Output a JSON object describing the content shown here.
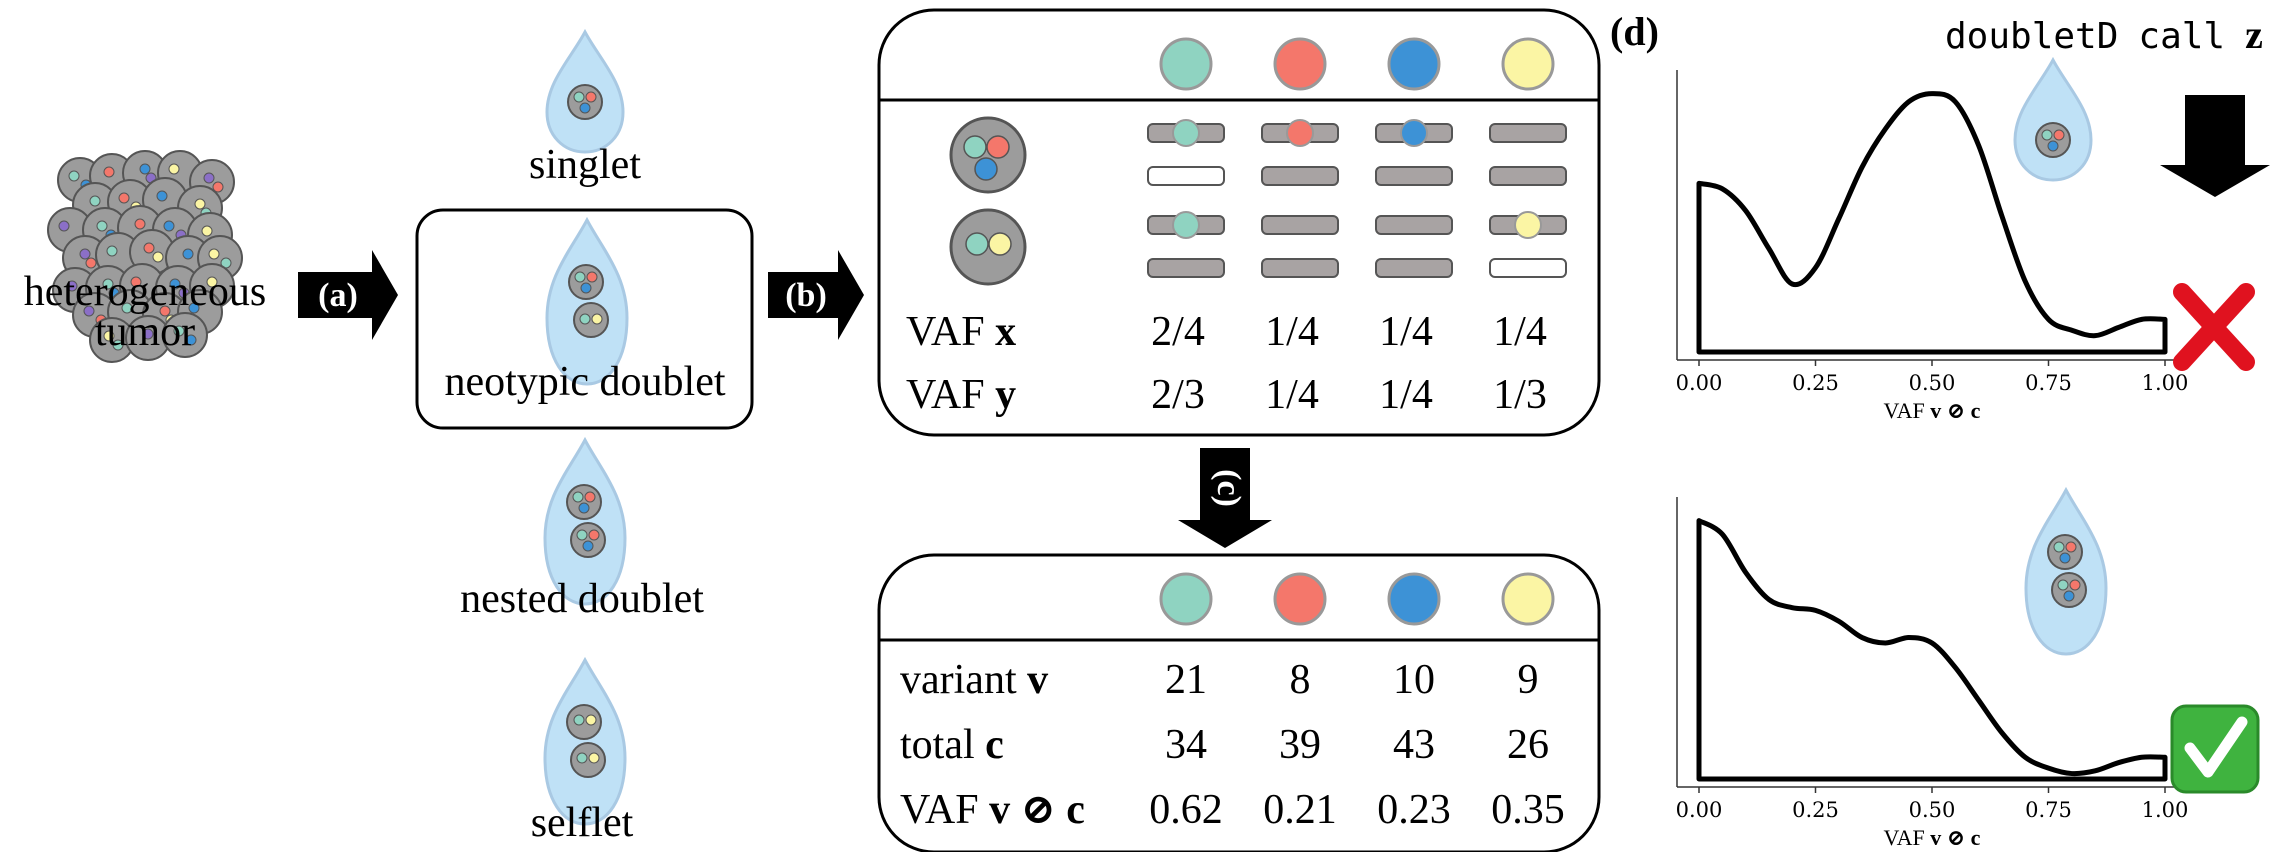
{
  "panel_a": {
    "step_label": "(a)",
    "tumor_label_1": "heterogeneous",
    "tumor_label_2": "tumor",
    "droplet_types": [
      "singlet",
      "neotypic doublet",
      "nested doublet",
      "selflet"
    ]
  },
  "panel_b": {
    "step_label": "(b)",
    "row_labels": {
      "vaf_x_prefix": "VAF",
      "vaf_x_var": "x",
      "vaf_y_prefix": "VAF",
      "vaf_y_var": "y"
    },
    "mutation_colors": [
      "#8fd3c1",
      "#f4776b",
      "#3d92d6",
      "#fbf5a4"
    ],
    "vaf_x": [
      "2/4",
      "1/4",
      "1/4",
      "1/4"
    ],
    "vaf_y": [
      "2/3",
      "1/4",
      "1/4",
      "1/3"
    ]
  },
  "panel_c": {
    "step_label": "(c)",
    "row_variant_prefix": "variant",
    "row_variant_var": "v",
    "row_total_prefix": "total",
    "row_total_var": "c",
    "row_vaf_prefix": "VAF",
    "row_vaf_expr": "v ⊘ c",
    "variant": [
      "21",
      "8",
      "10",
      "9"
    ],
    "total": [
      "34",
      "39",
      "43",
      "26"
    ],
    "vaf": [
      "0.62",
      "0.21",
      "0.23",
      "0.35"
    ]
  },
  "panel_d": {
    "step_label": "(d)",
    "header": "doubletD",
    "header_call": "call",
    "header_var": "z",
    "xlabel_prefix": "VAF",
    "xlabel_expr": "v ⊘ c",
    "reject_symbol": "✕",
    "accept_symbol": "✓"
  },
  "chart_data": [
    {
      "type": "line",
      "xlabel": "VAF v ⊘ c",
      "xlim": [
        0,
        1
      ],
      "ticks": [
        "0.00",
        "0.25",
        "0.50",
        "0.75",
        "1.00"
      ],
      "x": [
        0.0,
        0.05,
        0.1,
        0.15,
        0.2,
        0.25,
        0.3,
        0.35,
        0.4,
        0.45,
        0.5,
        0.55,
        0.6,
        0.65,
        0.7,
        0.75,
        0.8,
        0.85,
        0.9,
        0.95,
        1.0
      ],
      "y": [
        0.62,
        0.6,
        0.52,
        0.38,
        0.25,
        0.31,
        0.49,
        0.68,
        0.82,
        0.92,
        0.95,
        0.92,
        0.76,
        0.5,
        0.26,
        0.12,
        0.08,
        0.06,
        0.09,
        0.12,
        0.12
      ],
      "result": "reject"
    },
    {
      "type": "line",
      "xlabel": "VAF v ⊘ c",
      "xlim": [
        0,
        1
      ],
      "ticks": [
        "0.00",
        "0.25",
        "0.50",
        "0.75",
        "1.00"
      ],
      "x": [
        0.0,
        0.05,
        0.1,
        0.15,
        0.2,
        0.25,
        0.3,
        0.35,
        0.4,
        0.45,
        0.5,
        0.55,
        0.6,
        0.65,
        0.7,
        0.75,
        0.8,
        0.85,
        0.9,
        0.95,
        1.0
      ],
      "y": [
        0.95,
        0.9,
        0.76,
        0.66,
        0.63,
        0.62,
        0.58,
        0.52,
        0.5,
        0.52,
        0.5,
        0.41,
        0.29,
        0.17,
        0.08,
        0.04,
        0.02,
        0.03,
        0.06,
        0.08,
        0.08
      ],
      "result": "accept"
    }
  ]
}
